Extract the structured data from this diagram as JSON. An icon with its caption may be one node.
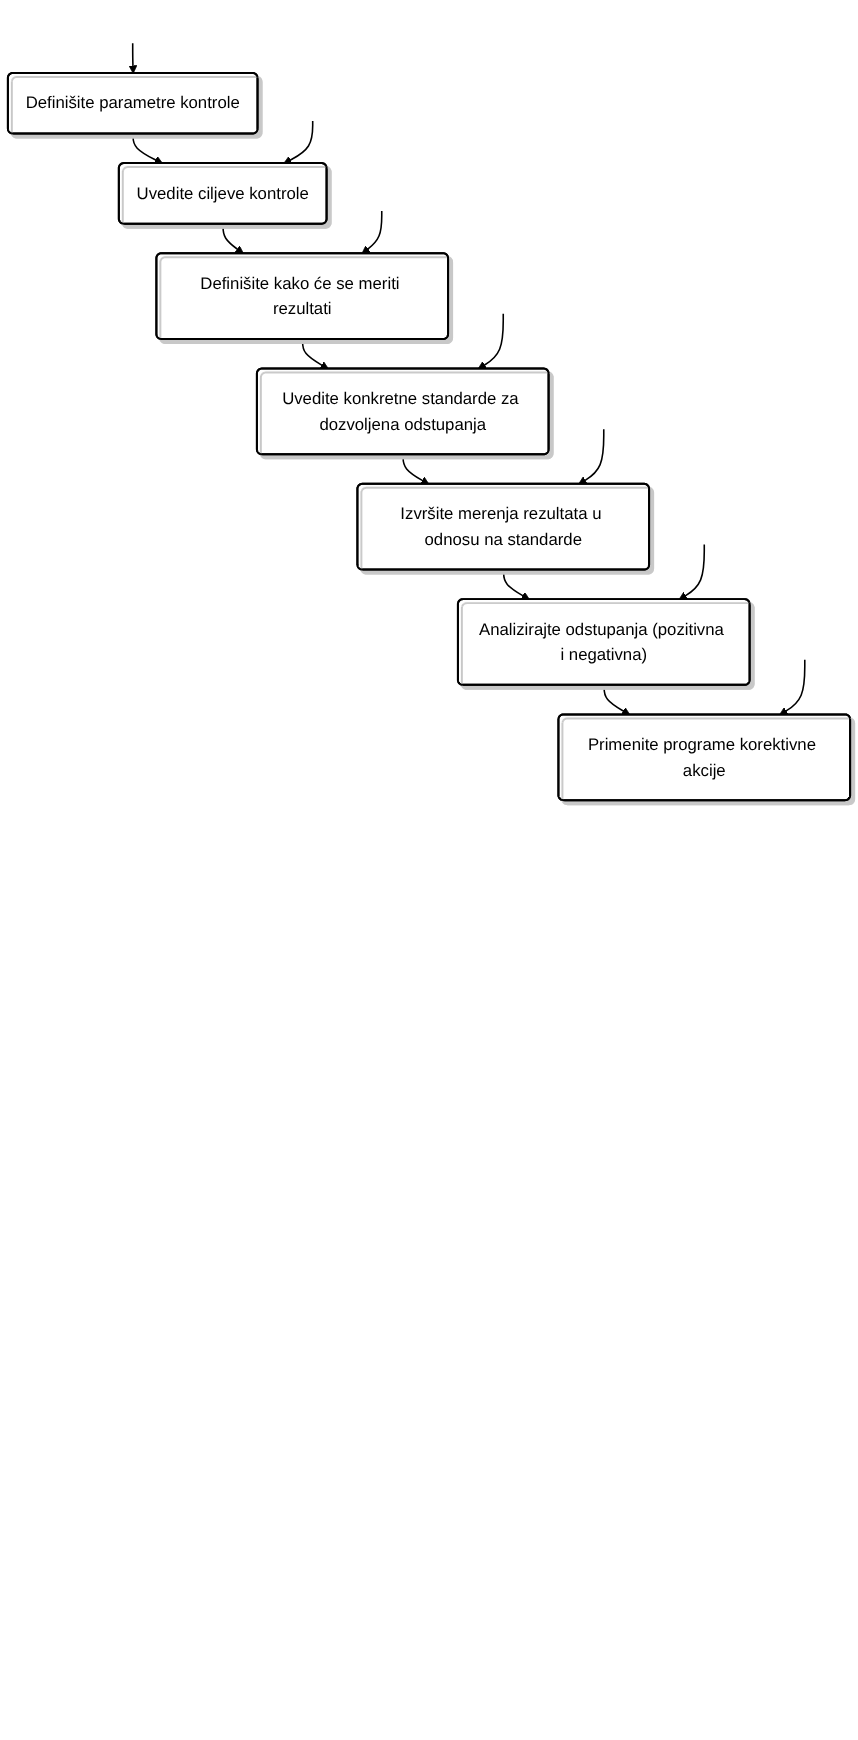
{
  "diagram": {
    "nodes": [
      {
        "text": [
          "Definišite parametre kontrole"
        ]
      },
      {
        "text": [
          "Uvedite ciljeve kontrole"
        ]
      },
      {
        "text": [
          "Definišite kako će se meriti rezultati"
        ]
      },
      {
        "text": [
          "Uvedite konkretne standarde za dozvoljena odstupanja"
        ]
      },
      {
        "text": [
          "Izvršite merenja rezultata u odnosu na standarde"
        ]
      },
      {
        "text": [
          "Analizirajte odstupanja (pozitivna i negativna)"
        ]
      },
      {
        "text": [
          "Primenite programe korektivne akcije"
        ]
      }
    ],
    "edges": [
      {
        "from": 0,
        "to": 1,
        "arrow": "to"
      },
      {
        "from": 1,
        "to": 2,
        "arrow": "to"
      },
      {
        "from": 2,
        "to": 3,
        "arrow": "to"
      },
      {
        "from": 3,
        "to": 4,
        "arrow": "to"
      },
      {
        "from": 4,
        "to": 5,
        "arrow": "to"
      },
      {
        "from": 5,
        "to": 6,
        "arrow": "to"
      },
      {
        "from": null,
        "to": 0,
        "arrow": "to"
      },
      {
        "from": null,
        "to": 1,
        "arrow": "to"
      },
      {
        "from": null,
        "to": 2,
        "arrow": "to"
      },
      {
        "from": null,
        "to": 3,
        "arrow": "to"
      },
      {
        "from": null,
        "to": 4,
        "arrow": "to"
      },
      {
        "from": null,
        "to": 5,
        "arrow": "to"
      },
      {
        "from": null,
        "to": 6,
        "arrow": "to"
      }
    ]
  }
}
